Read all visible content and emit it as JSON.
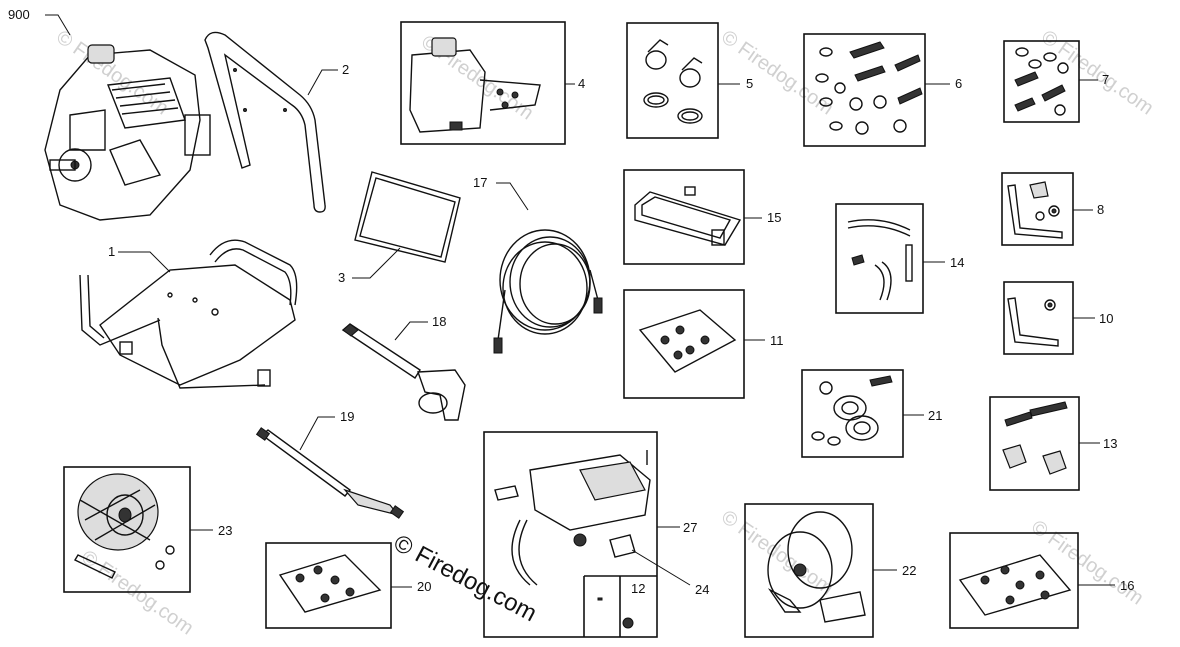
{
  "watermark": {
    "main": "© Firedog.com",
    "faint": "© Firedog.com"
  },
  "callouts": {
    "p900": "900",
    "p1": "1",
    "p2": "2",
    "p3": "3",
    "p4": "4",
    "p5": "5",
    "p6": "6",
    "p7": "7",
    "p8": "8",
    "p10": "10",
    "p11": "11",
    "p12": "12",
    "p13": "13",
    "p14": "14",
    "p15": "15",
    "p16": "16",
    "p17": "17",
    "p18": "18",
    "p19": "19",
    "p20": "20",
    "p21": "21",
    "p22": "22",
    "p23": "23",
    "p24": "24",
    "p27": "27"
  }
}
